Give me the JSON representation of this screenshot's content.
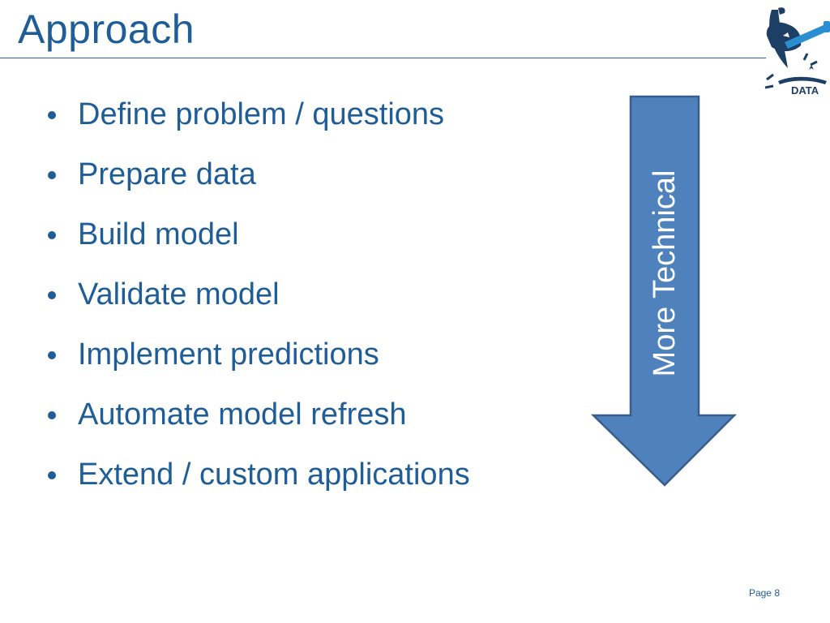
{
  "slide": {
    "title": "Approach",
    "bullets": [
      "Define problem / questions",
      "Prepare data",
      "Build model",
      "Validate model",
      "Implement predictions",
      "Automate model refresh",
      "Extend / custom applications"
    ],
    "arrow_label": "More Technical",
    "page_label": "Page 8"
  },
  "logo": {
    "text": "DATA"
  },
  "colors": {
    "text_blue": "#1f5d99",
    "arrow_fill": "#4f81bd",
    "arrow_stroke": "#385d8a",
    "rule": "#2e5e9e"
  }
}
